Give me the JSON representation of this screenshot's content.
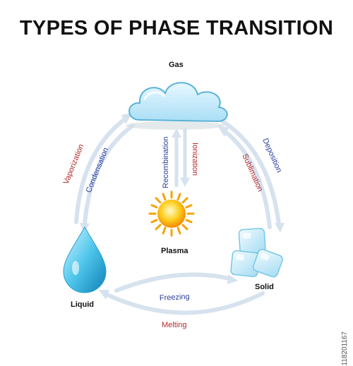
{
  "title": "TYPES OF PHASE TRANSITION",
  "states": {
    "gas": "Gas",
    "plasma": "Plasma",
    "liquid": "Liquid",
    "solid": "Solid"
  },
  "transitions": {
    "vaporization": "Vaporization",
    "condensation": "Condensation",
    "recombination": "Recombination",
    "ionization": "Ionization",
    "sublimation": "Sublimation",
    "deposition": "Deposition",
    "freezing": "Freezing",
    "melting": "Melting"
  },
  "stock_id": "118201167",
  "colors": {
    "forward_label": "#b22a2a",
    "reverse_label": "#2b3f9e",
    "arrow": "#d6e2ee"
  },
  "icons": {
    "gas": "cloud-icon",
    "plasma": "sun-icon",
    "liquid": "water-drop-icon",
    "solid": "ice-cubes-icon"
  }
}
